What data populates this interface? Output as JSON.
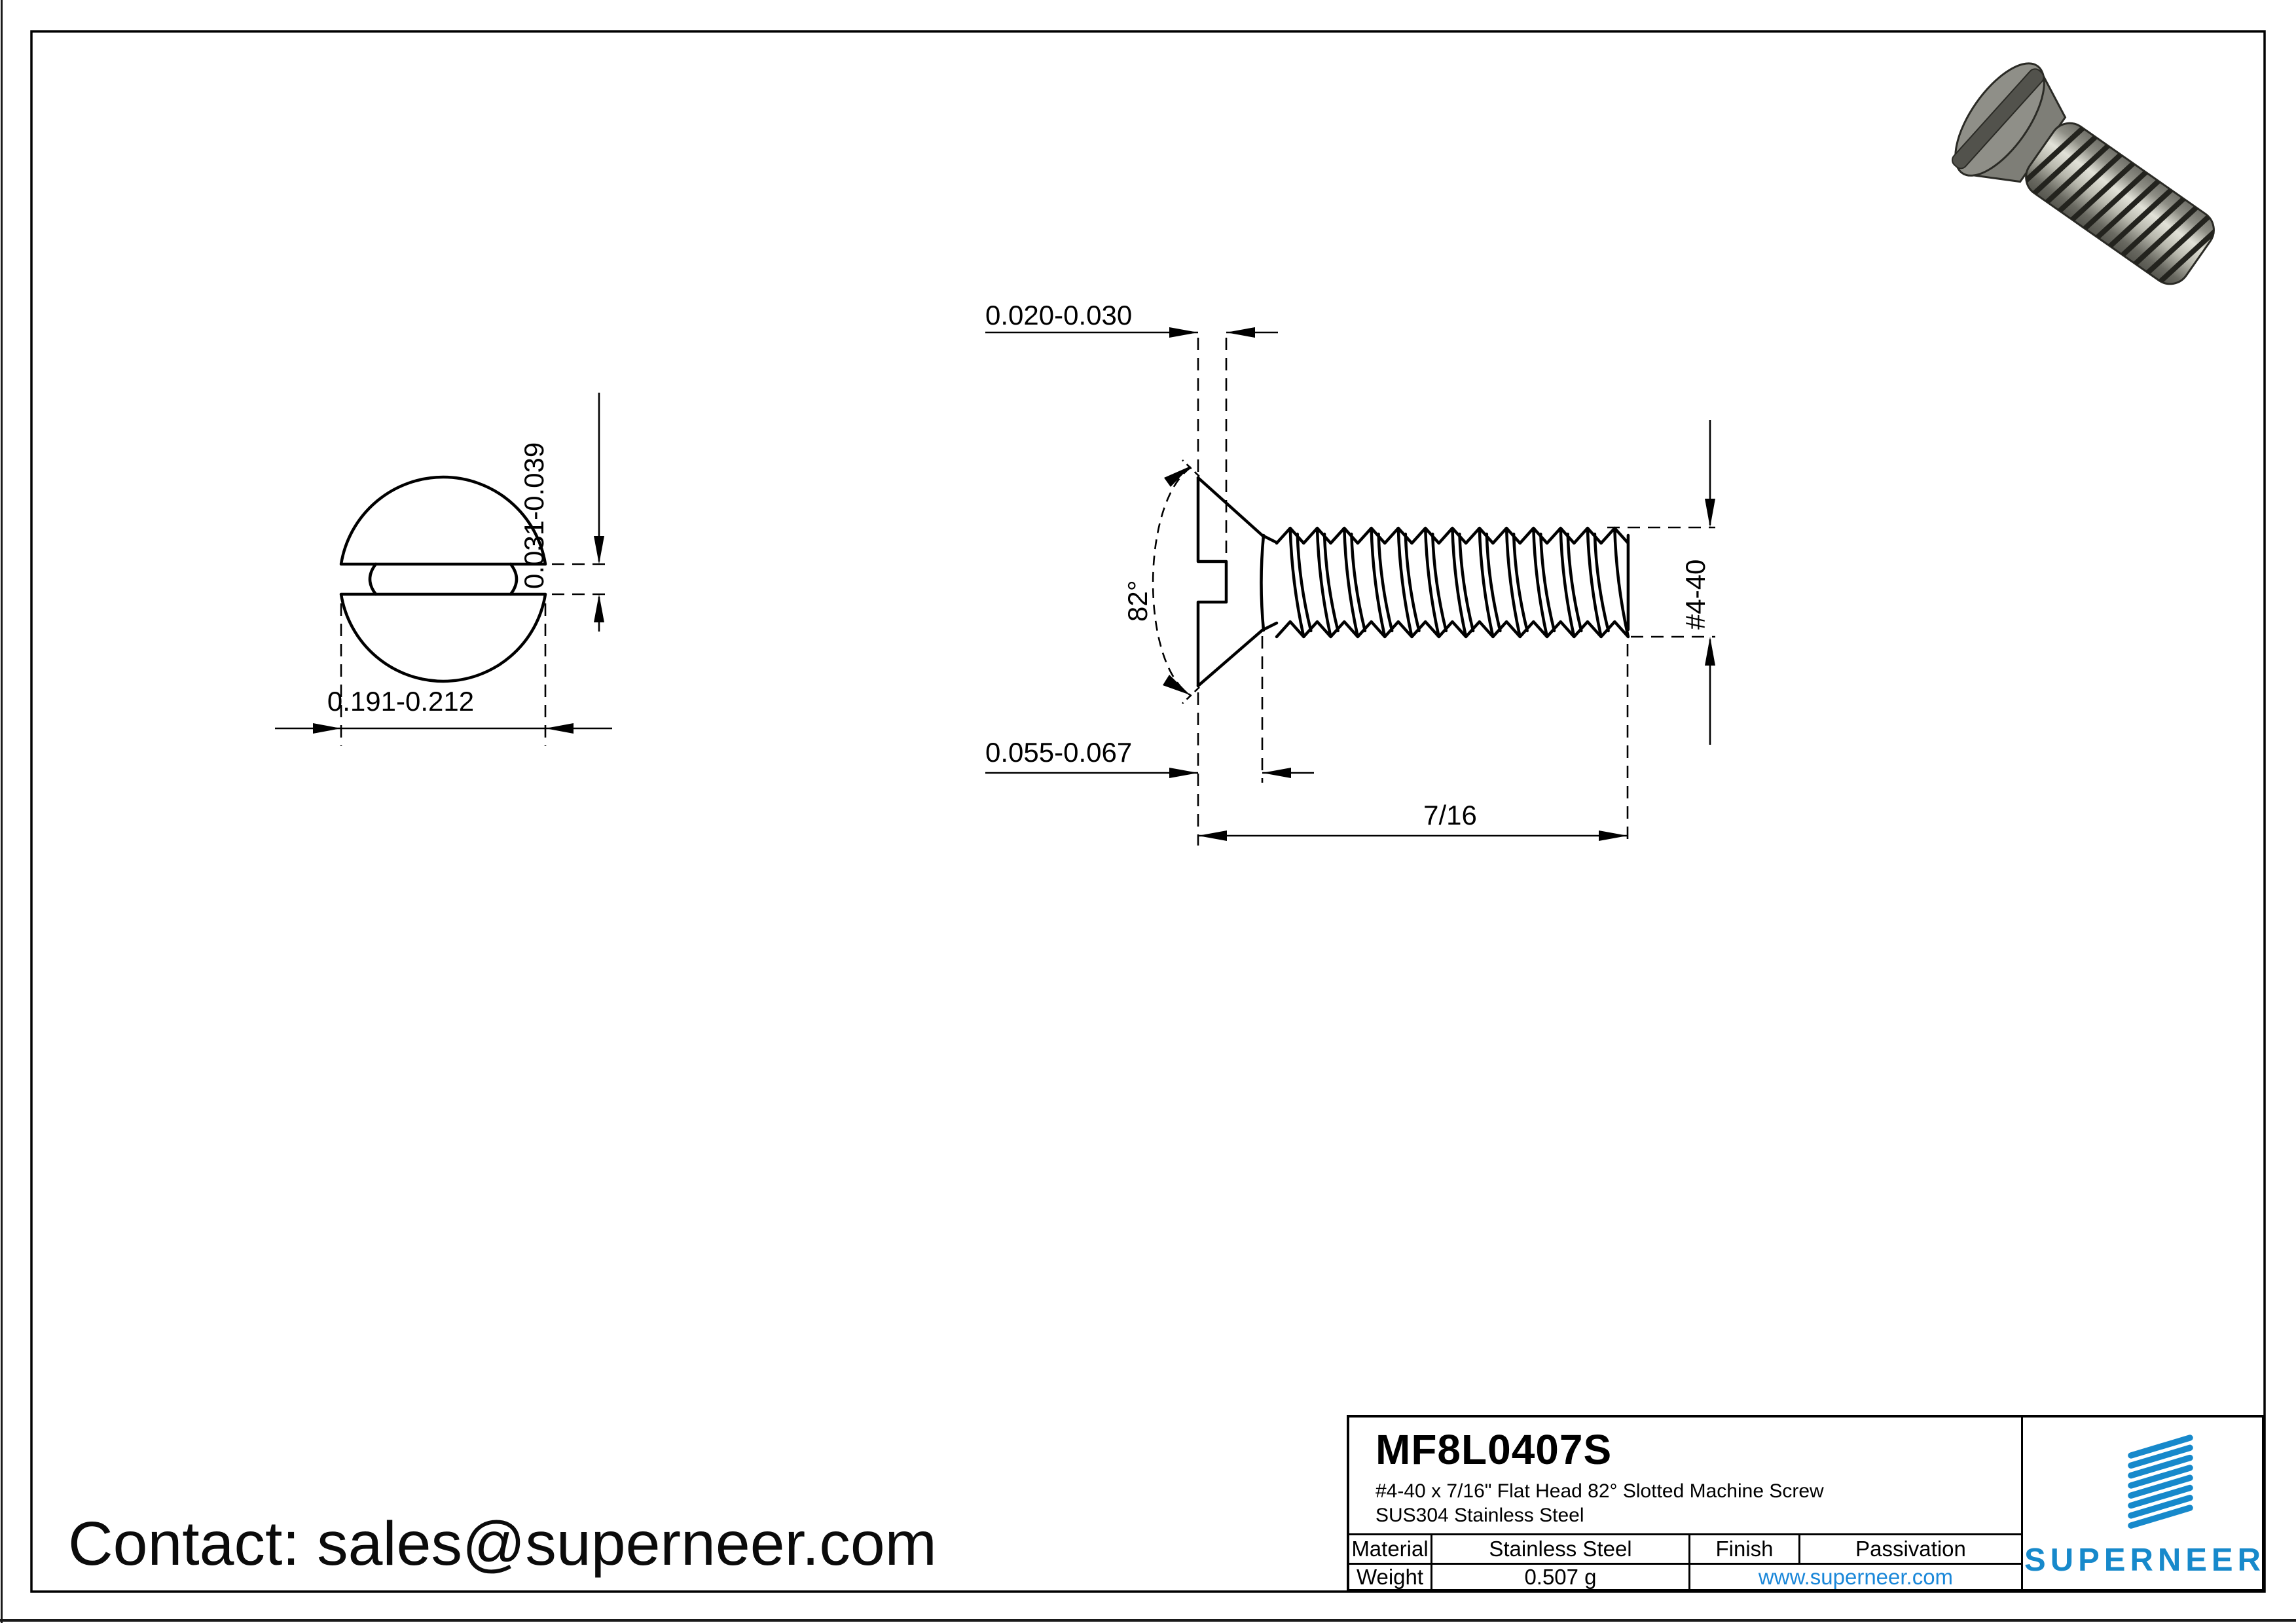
{
  "page": {
    "contact": "Contact: sales@superneer.com"
  },
  "drawing": {
    "front_view": {
      "slot_width": "0.031-0.039",
      "head_diameter": "0.191-0.212"
    },
    "side_view": {
      "slot_depth": "0.020-0.030",
      "head_angle": "82°",
      "head_height": "0.055-0.067",
      "thread_length": "7/16",
      "thread_size": "#4-40"
    }
  },
  "title_block": {
    "part_number": "MF8L0407S",
    "description_line1": "#4-40 x 7/16\" Flat Head 82° Slotted Machine Screw",
    "description_line2": "SUS304 Stainless Steel",
    "material_label": "Material",
    "material_value": "Stainless Steel",
    "finish_label": "Finish",
    "finish_value": "Passivation",
    "weight_label": "Weight",
    "weight_value": "0.507 g",
    "website": "www.superneer.com",
    "brand": "SUPERNEER"
  },
  "colors": {
    "brand_blue": "#1789cb",
    "link_blue": "#1a87d9",
    "screw_gray": "#8f8f88"
  }
}
